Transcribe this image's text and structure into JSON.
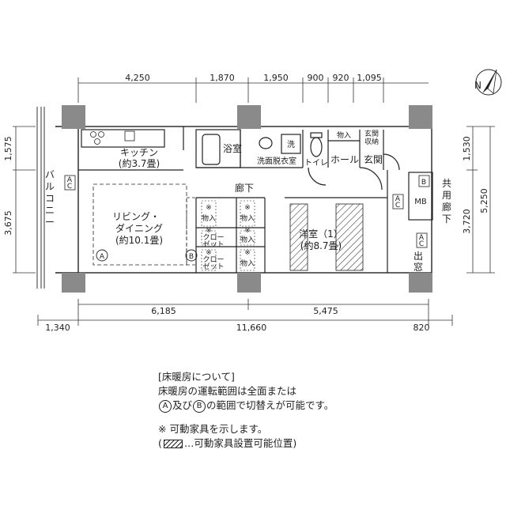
{
  "dims_top": [
    "4,250",
    "1,870",
    "1,950",
    "900",
    "920",
    "1,095"
  ],
  "dims_left": [
    "1,575",
    "3,675"
  ],
  "dims_right": [
    "1,530",
    "3,720",
    "5,250"
  ],
  "dims_bottom_mid": [
    "6,185",
    "5,475"
  ],
  "dims_bottom": [
    "1,340",
    "11,660",
    "820"
  ],
  "rooms": {
    "kitchen": "キッチン",
    "kitchen_size": "(約3.7畳)",
    "bath": "浴室",
    "wash_mark": "洗",
    "washroom": "洗面脱衣室",
    "toilet": "トイレ",
    "storage_small": "物入",
    "entry_storage_1": "玄関",
    "entry_storage_2": "収納",
    "hall": "ホール",
    "entrance": "玄関",
    "corridor": "廊下",
    "living_1": "リビング・",
    "living_2": "ダイニング",
    "living_size": "(約10.1畳)",
    "balcony": "バルコニー",
    "western_room": "洋室（1）",
    "western_size": "(約8.7畳)",
    "closet_1": "クロー",
    "closet_2": "ゼット",
    "storage": "物入",
    "shared_corridor": "共用廊下",
    "exit_window": "出窓",
    "mb": "MB",
    "ac": "A\nC",
    "b_mark": "B",
    "note_mark": "※",
    "zone_a": "A",
    "zone_b": "B"
  },
  "north": "N",
  "notes": {
    "heading": "[床暖房について]",
    "line1": "床暖房の運転範囲は全面または",
    "line2_a": "A",
    "line2_mid": "及び",
    "line2_b": "B",
    "line2_end": "の範囲で切替えが可能です。",
    "line3": "※ 可動家具を示します。",
    "line4_open": "(",
    "line4_rest": "…可動家具設置可能位置)"
  }
}
